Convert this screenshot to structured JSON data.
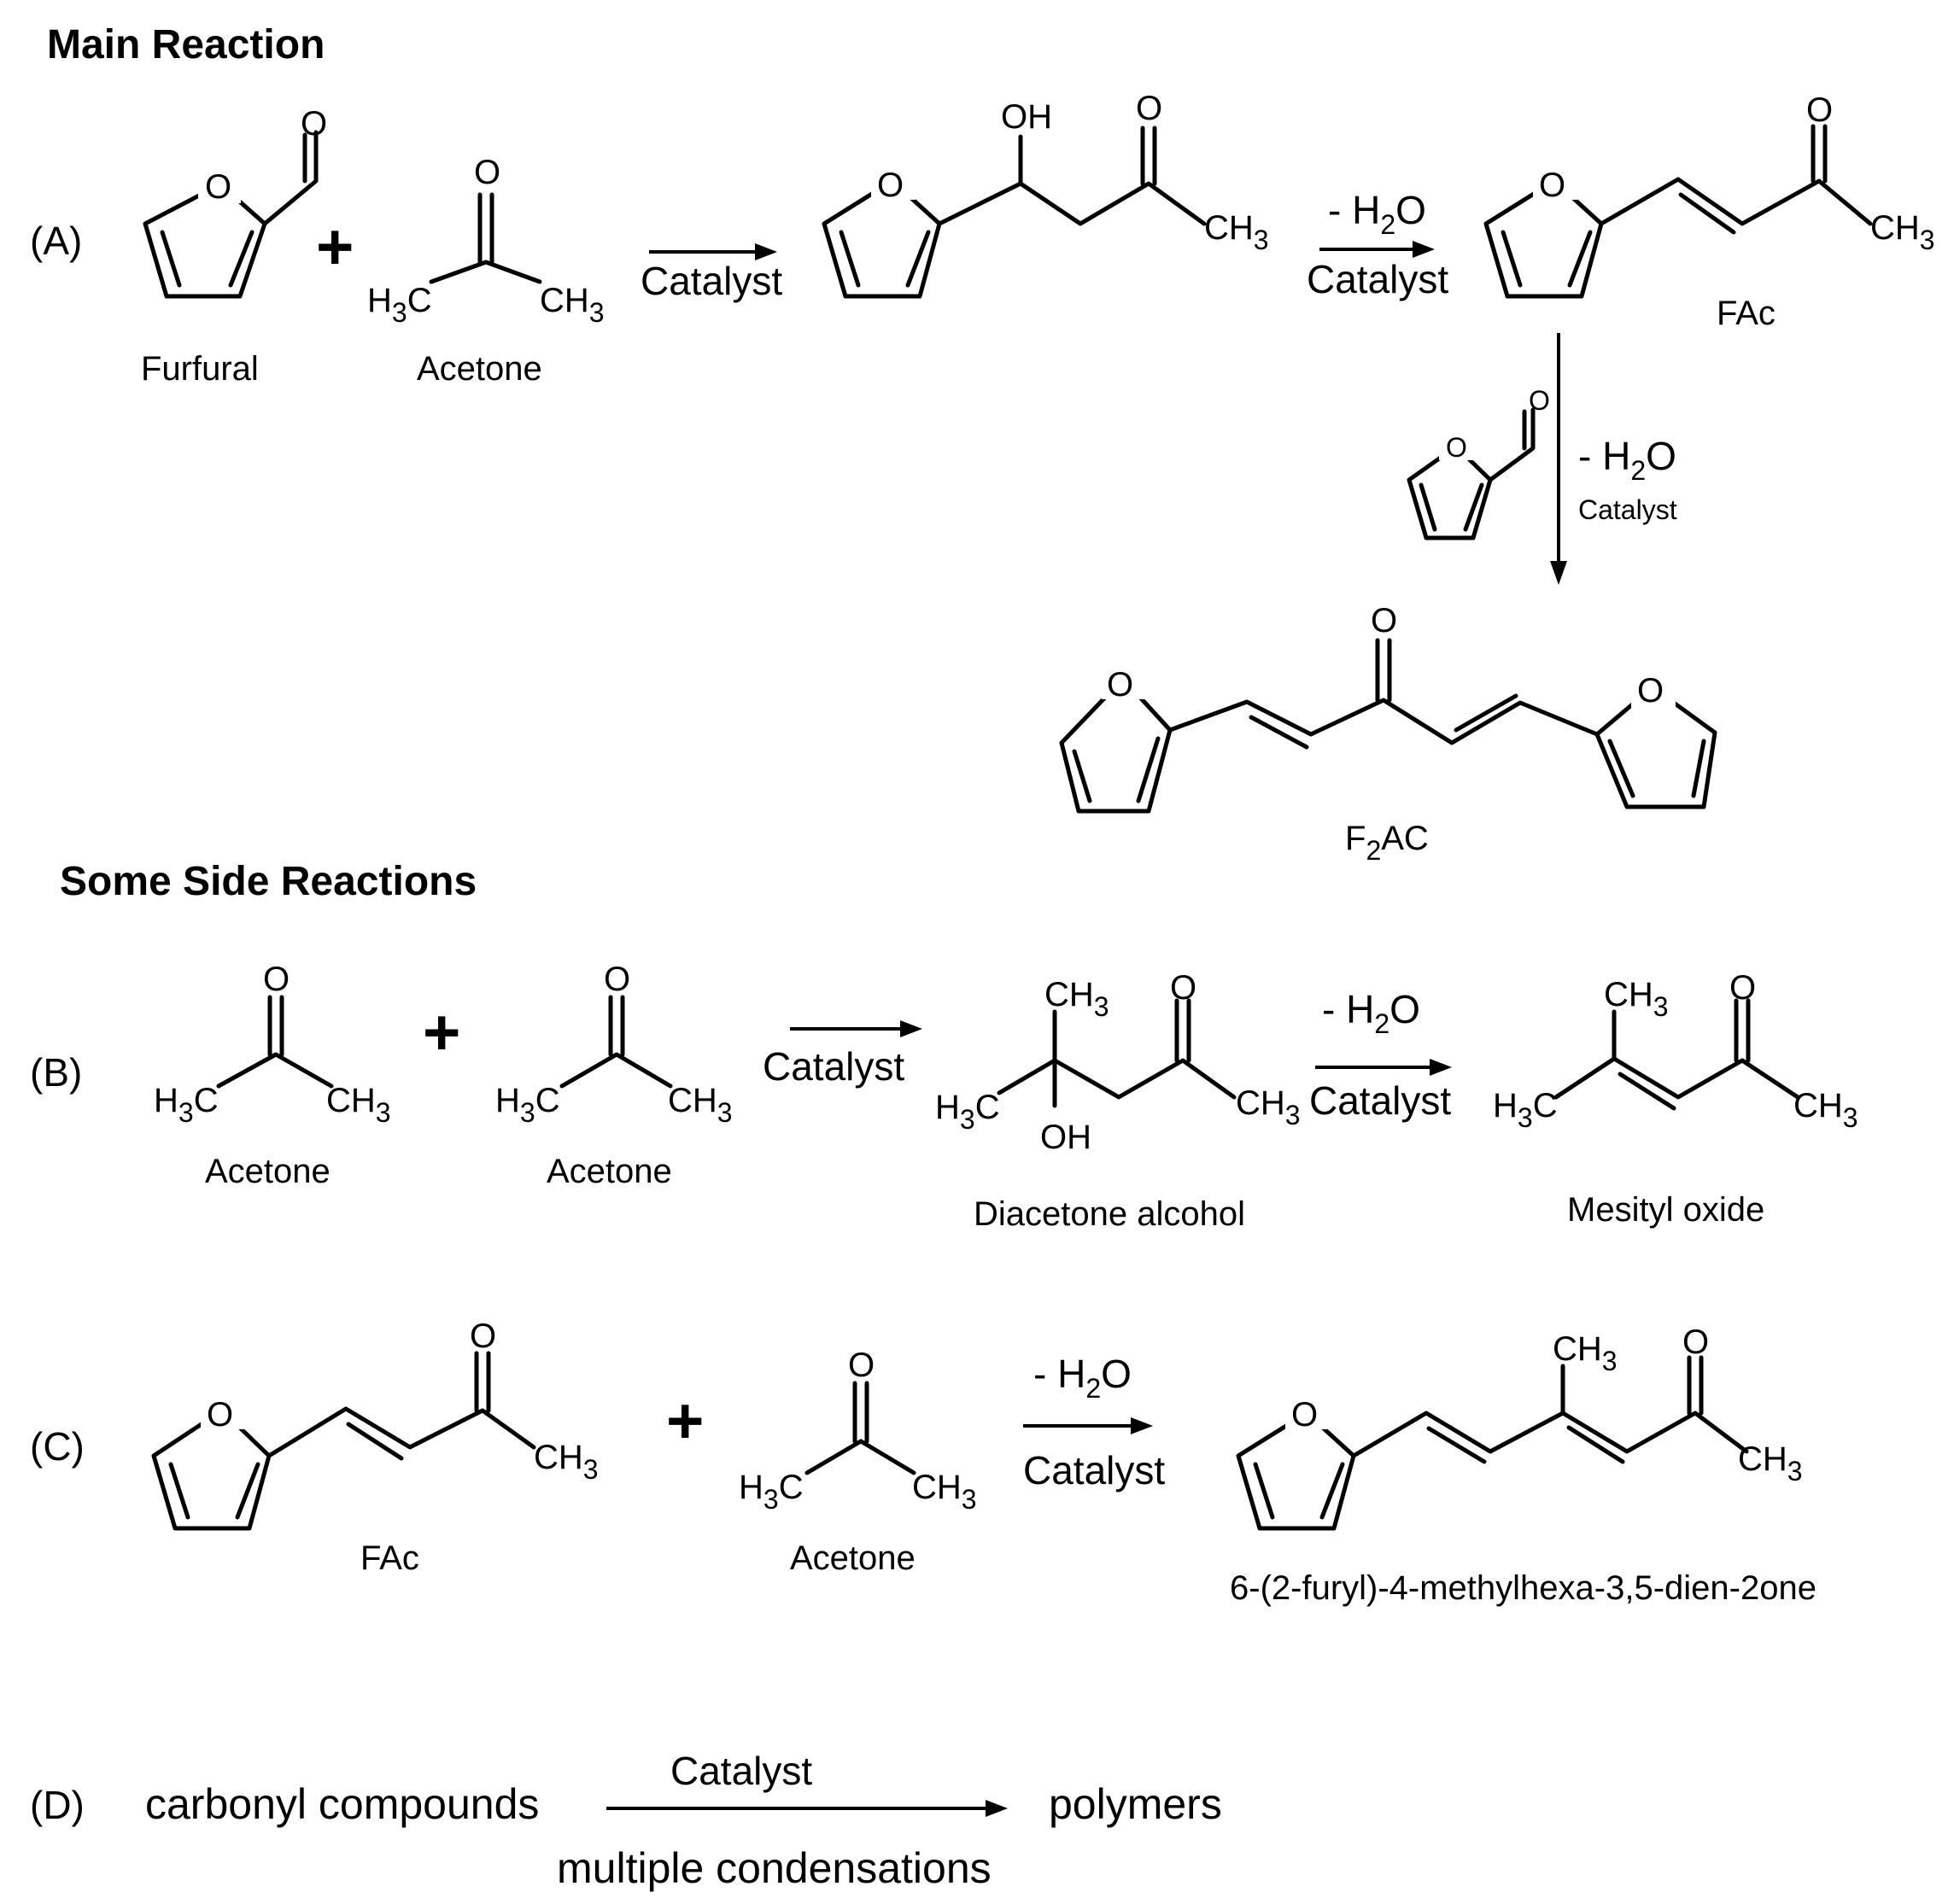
{
  "headings": {
    "main": "Main Reaction",
    "side": "Some Side Reactions"
  },
  "reaction_labels": {
    "a": "(A)",
    "b": "(B)",
    "c": "(C)",
    "d": "(D)"
  },
  "plus": "+",
  "conditions": {
    "catalyst": "Catalyst",
    "minus": "- H",
    "sub2": "2",
    "water_o": "O",
    "multiple_condensations": "multiple condensations"
  },
  "atoms": {
    "O": "O",
    "OH": "OH",
    "H": "H",
    "C": "C",
    "CH": "CH",
    "three": "3"
  },
  "compounds": {
    "furfural": "Furfural",
    "acetone": "Acetone",
    "fac": "FAc",
    "f2ac_prefix": "F",
    "f2ac_sub": "2",
    "f2ac_suffix": "AC",
    "diacetone_alcohol": "Diacetone alcohol",
    "mesityl_oxide": "Mesityl oxide",
    "dienone": "6-(2-furyl)-4-methylhexa-3,5-dien-2one",
    "carbonyl_compounds": "carbonyl compounds",
    "polymers": "polymers"
  }
}
